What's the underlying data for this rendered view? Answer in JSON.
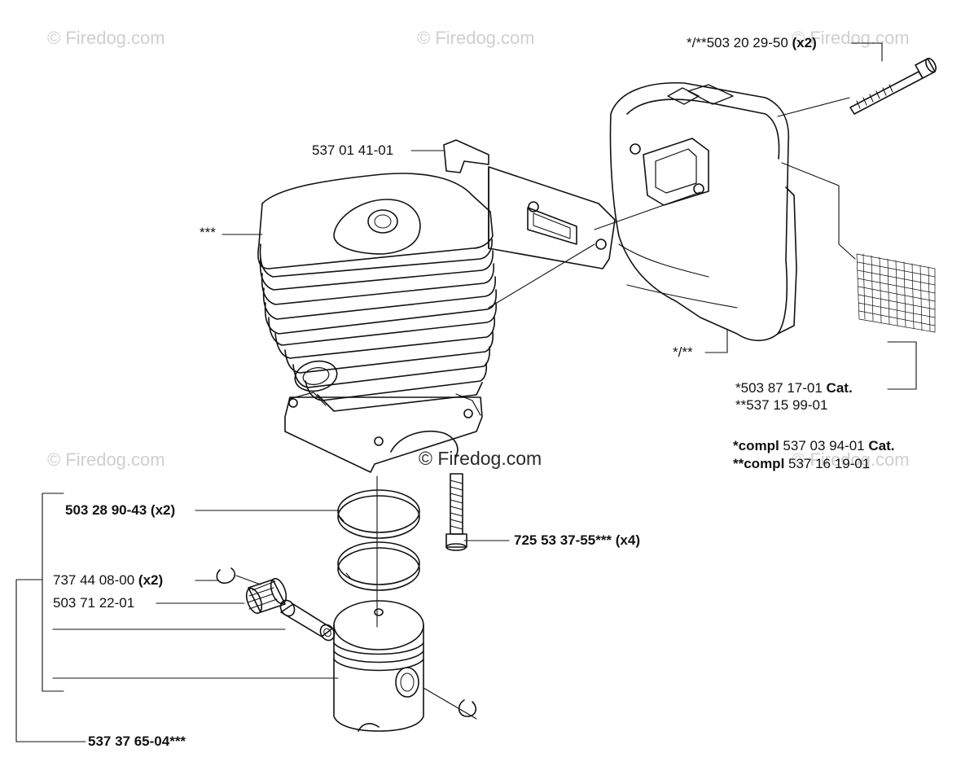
{
  "watermarks": {
    "wm_top_left": "© Firedog.com",
    "wm_top_center": "© Firedog.com",
    "wm_top_right": "© Firedog.com",
    "wm_mid_left": "© Firedog.com",
    "wm_mid_center": "© Firedog.com",
    "wm_mid_right": "© Firedog.com"
  },
  "labels": {
    "bolt_muffler_number": "*/**503 20 29-50 ",
    "bolt_muffler_qty": "(x2)",
    "bracket": "537 01 41-01",
    "cylinder": "***",
    "muffler": "*/**",
    "screen_line1_number": "*503 87 17-01 ",
    "screen_line1_cat": "Cat.",
    "screen_line2": "**537 15 99-01",
    "compl_line1_prefix": "*compl",
    "compl_line1_number": " 537 03 94-01 ",
    "compl_line1_cat": "Cat.",
    "compl_line2_prefix": "**compl",
    "compl_line2_number": " 537 16 19-01",
    "rings": "503 28 90-43 (x2)",
    "cylinder_bolt": "725 53 37-55*** (x4)",
    "circlip_number": "737 44 08-00 ",
    "circlip_qty": "(x2)",
    "bearing": "503 71 22-01",
    "kit": "537 37 65-04***"
  },
  "colors": {
    "line": "#111111",
    "watermark": "#cfcfcf"
  }
}
